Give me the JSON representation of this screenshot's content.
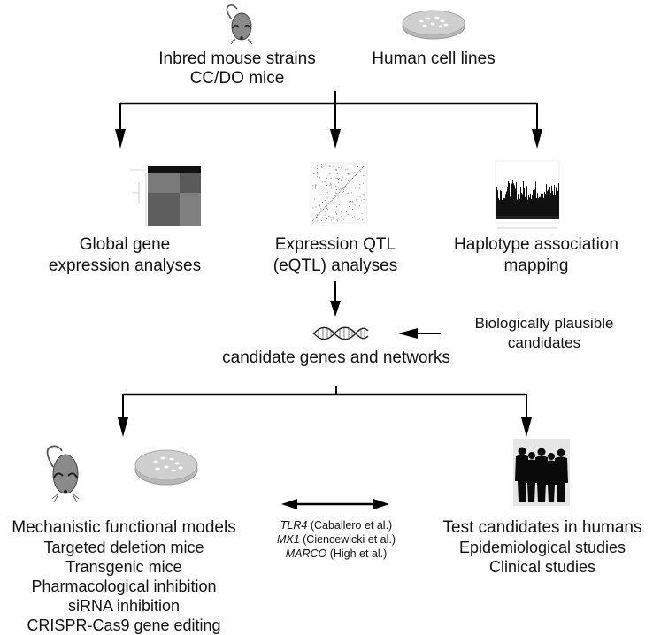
{
  "sources": {
    "mouse_label_line1": "Inbred mouse strains",
    "mouse_label_line2": "CC/DO mice",
    "cells_label": "Human cell lines",
    "mouse_icon": "mouse-icon",
    "cells_icon": "petri-dish-icon"
  },
  "analyses": [
    {
      "line1": "Global gene",
      "line2": "expression analyses",
      "icon": "heatmap-thumbnail"
    },
    {
      "line1": "Expression QTL",
      "line2": "(eQTL) analyses",
      "icon": "eqtl-scatter-thumbnail"
    },
    {
      "line1": "Haplotype association",
      "line2": "mapping",
      "icon": "manhattan-plot-thumbnail"
    }
  ],
  "candidates": {
    "label": "candidate genes and networks",
    "icon": "dna-helix-icon",
    "side_label_line1": "Biologically plausible",
    "side_label_line2": "candidates"
  },
  "models": {
    "title": "Mechanistic functional models",
    "items": [
      "Targeted deletion mice",
      "Transgenic mice",
      "Pharmacological inhibition",
      "siRNA inhibition",
      "CRISPR-Cas9 gene editing"
    ]
  },
  "examples": [
    {
      "gene": "TLR4",
      "ref": " (Caballero et al.)"
    },
    {
      "gene": "MX1",
      "ref": " (Ciencewicki et al.)"
    },
    {
      "gene": "MARCO",
      "ref": " (High et al.)"
    }
  ],
  "humans": {
    "title": "Test candidates in humans",
    "items": [
      "Epidemiological studies",
      "Clinical studies"
    ],
    "icon": "people-silhouette-icon"
  },
  "colors": {
    "line": "#000000",
    "mouse_body": "#8a8a8a",
    "dish": "#c8c8c8"
  }
}
